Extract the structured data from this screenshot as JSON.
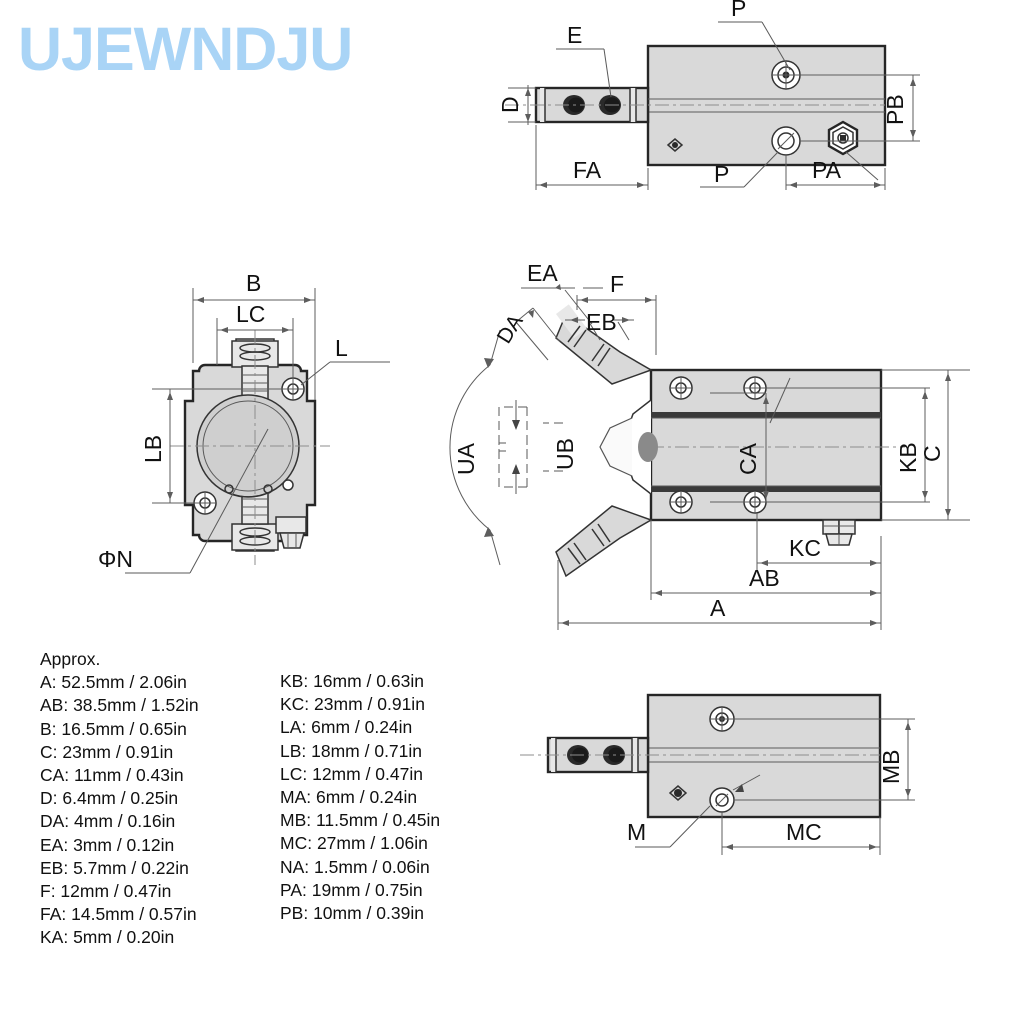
{
  "watermark": {
    "text": "UJEWNDJU",
    "color": "#a9d4f6"
  },
  "colors": {
    "body_fill": "#d9d9d9",
    "body_fill_dark": "#cfcfcf",
    "line": "#2b2b2b",
    "dimension_line": "#5d5d5d",
    "centerline": "#8d8d8d",
    "text": "#111111"
  },
  "specs": {
    "heading": "Approx.",
    "left_column": [
      "A: 52.5mm / 2.06in",
      "AB: 38.5mm / 1.52in",
      "B: 16.5mm / 0.65in",
      "C: 23mm / 0.91in",
      "CA: 11mm / 0.43in",
      "D: 6.4mm / 0.25in",
      "DA: 4mm / 0.16in",
      "EA: 3mm / 0.12in",
      "EB: 5.7mm / 0.22in",
      "F: 12mm / 0.47in",
      "FA: 14.5mm / 0.57in",
      "KA: 5mm / 0.20in"
    ],
    "right_column": [
      "KB: 16mm / 0.63in",
      "KC: 23mm / 0.91in",
      "LA: 6mm / 0.24in",
      "LB: 18mm / 0.71in",
      "LC: 12mm / 0.47in",
      "MA: 6mm / 0.24in",
      "MB: 11.5mm / 0.45in",
      "MC: 27mm / 1.06in",
      "NA: 1.5mm / 0.06in",
      "PA: 19mm / 0.75in",
      "PB: 10mm / 0.39in"
    ]
  },
  "views": {
    "top_right": {
      "name": "top-view-drawing",
      "labels": {
        "d": "D",
        "e": "E",
        "fa": "FA",
        "p_top": "P",
        "p_bottom": "P",
        "pa": "PA",
        "pb": "PB"
      }
    },
    "middle_left": {
      "name": "front-view-drawing",
      "labels": {
        "b": "B",
        "lc": "LC",
        "l": "L",
        "lb": "LB",
        "phi_n": "ΦN"
      }
    },
    "middle_right": {
      "name": "side-view-gripper-drawing",
      "labels": {
        "ea": "EA",
        "f": "F",
        "eb": "EB",
        "da": "DA",
        "ua": "UA",
        "ub": "UB",
        "ca": "CA",
        "kb": "KB",
        "c": "C",
        "kc": "KC",
        "ab": "AB",
        "a": "A"
      }
    },
    "bottom_right": {
      "name": "bottom-view-drawing",
      "labels": {
        "m": "M",
        "mb": "MB",
        "mc": "MC"
      }
    }
  }
}
